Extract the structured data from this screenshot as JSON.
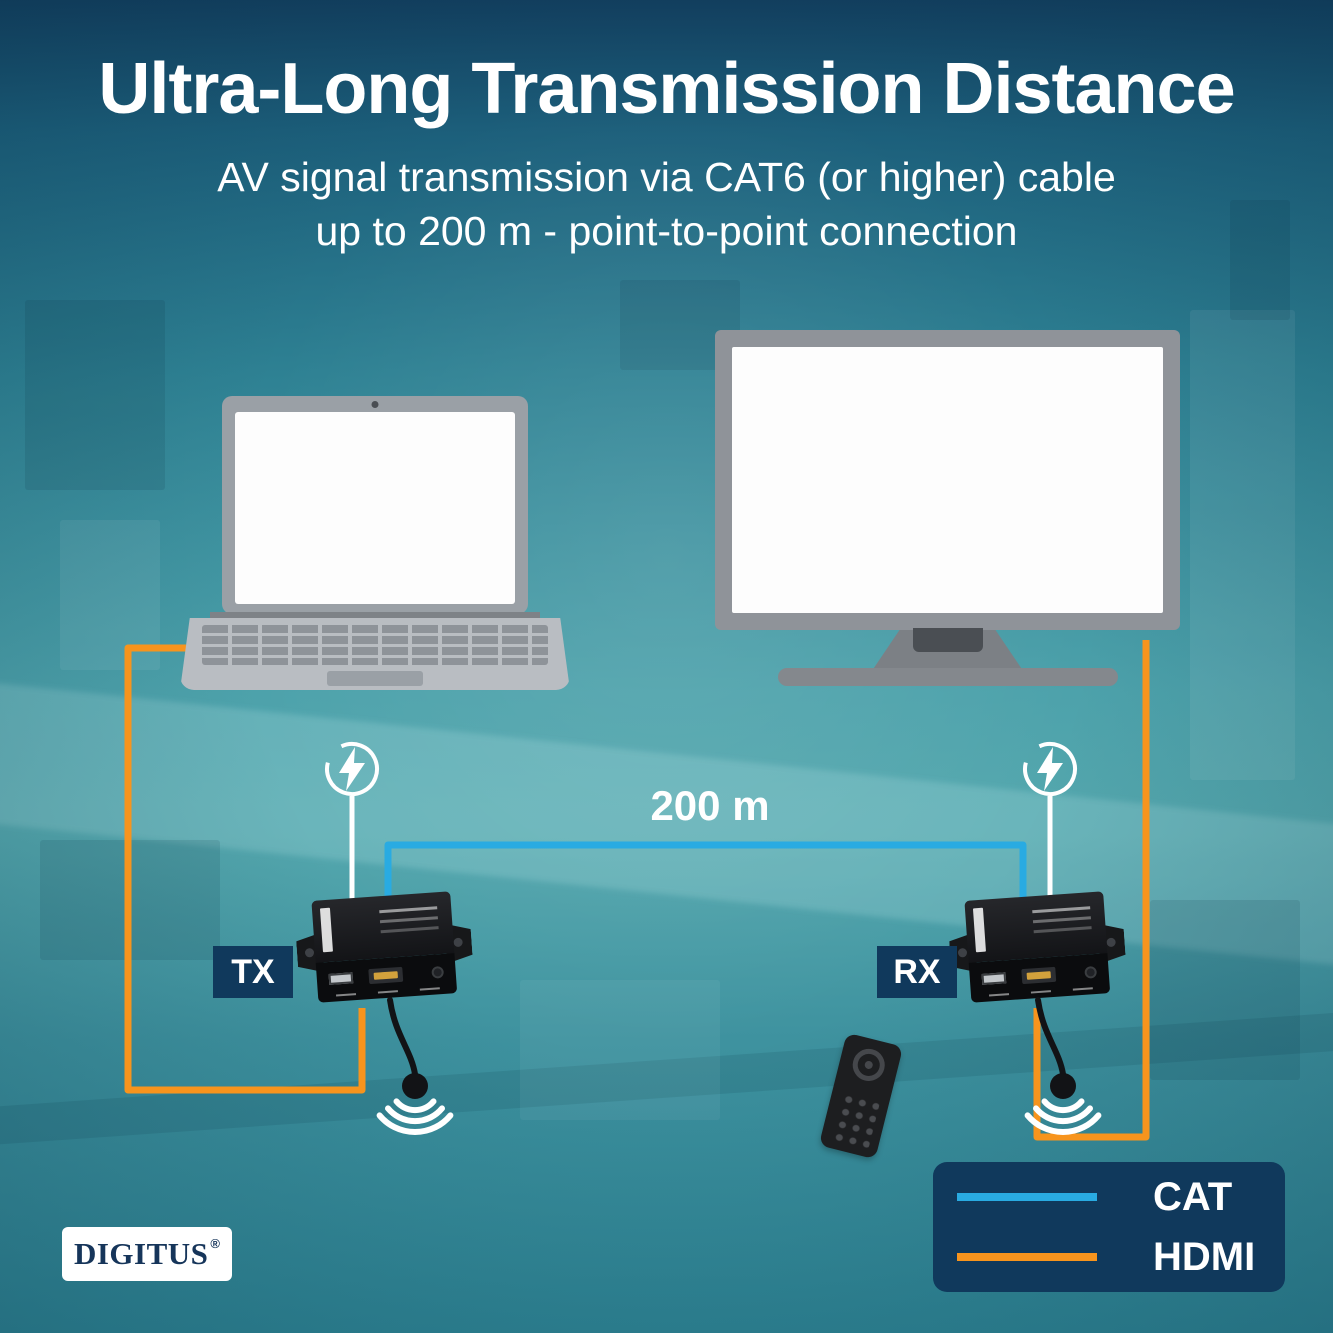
{
  "colors": {
    "navy": "#10395c",
    "orange": "#f7941d",
    "cat-blue": "#29abe2"
  },
  "header": {
    "title": "Ultra-Long Transmission Distance",
    "subtitle_line1": "AV signal transmission via CAT6 (or higher) cable",
    "subtitle_line2": "up to 200 m - point-to-point connection"
  },
  "diagram": {
    "distance_label": "200 m",
    "tx_label": "TX",
    "rx_label": "RX"
  },
  "legend": {
    "items": [
      {
        "label": "CAT",
        "color": "#29abe2"
      },
      {
        "label": "HDMI",
        "color": "#f7941d"
      }
    ]
  },
  "branding": {
    "logo_text": "DIGITUS",
    "registered_mark": "®"
  }
}
